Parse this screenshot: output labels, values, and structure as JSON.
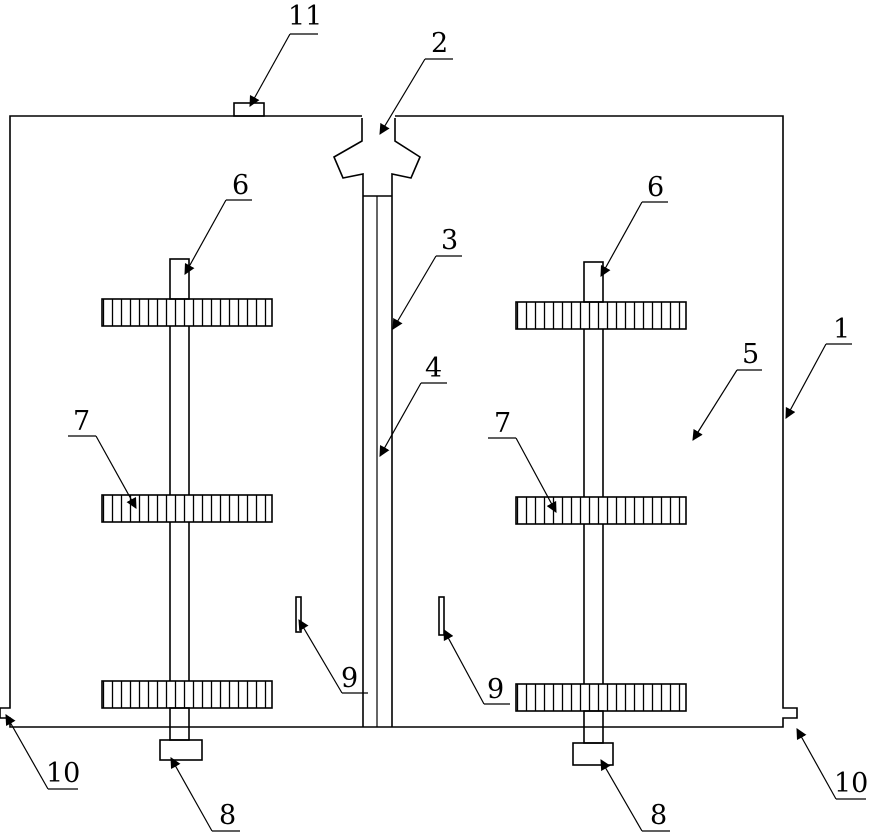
{
  "labels": {
    "l1": "1",
    "l2": "2",
    "l3": "3",
    "l4": "4",
    "l5": "5",
    "l6_left": "6",
    "l6_right": "6",
    "l7_left": "7",
    "l7_right": "7",
    "l8_left": "8",
    "l8_right": "8",
    "l9_left": "9",
    "l9_right": "9",
    "l10_left": "10",
    "l10_right": "10",
    "l11": "11"
  }
}
